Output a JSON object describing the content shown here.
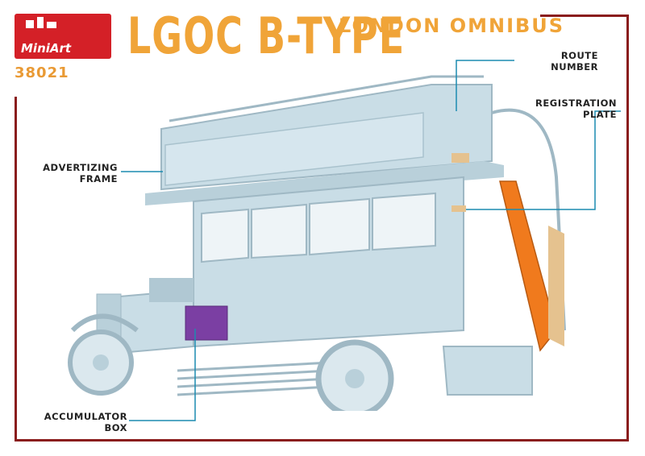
{
  "brand": {
    "logo_text": "MiniArt",
    "kit_number": "38021"
  },
  "header": {
    "title": "LGOC B-TYPE",
    "subtitle": "LONDON OMNIBUS"
  },
  "callouts": {
    "route_number": [
      "ROUTE",
      "NUMBER"
    ],
    "registration_plate": [
      "REGISTRATION",
      "PLATE"
    ],
    "advertizing_frame": [
      "ADVERTIZING",
      "FRAME"
    ],
    "accumulator_box": [
      "ACCUMULATOR",
      "BOX"
    ]
  },
  "colors": {
    "frame": "#8a1d1d",
    "title": "#f0a438",
    "logo": "#d42027",
    "bus_body": "#c9dde6",
    "bus_shadow": "#9fb8c4",
    "stairs": "#f07a1d",
    "accumulator_box": "#7b3fa3",
    "leader_line": "#1c8bb0",
    "interior_wood": "#e5c28f"
  }
}
